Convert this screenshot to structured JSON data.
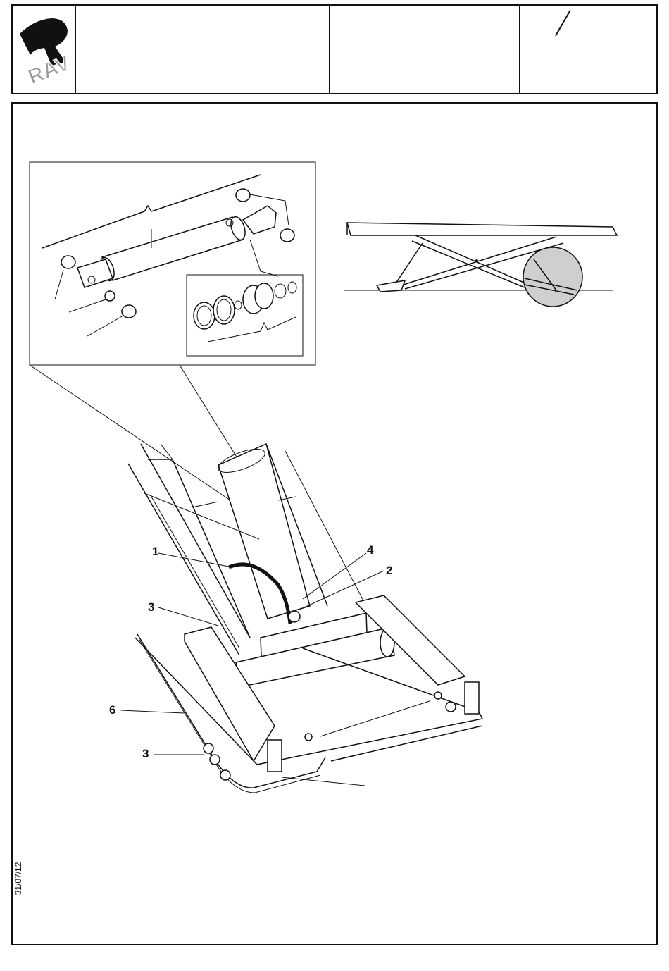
{
  "header": {
    "cell2": "",
    "cell3": "",
    "cell4": ""
  },
  "side_date": "31/07/12",
  "callouts": {
    "c1": "1",
    "c2": "2",
    "c3a": "3",
    "c3b": "3",
    "c4": "4",
    "c6": "6"
  }
}
